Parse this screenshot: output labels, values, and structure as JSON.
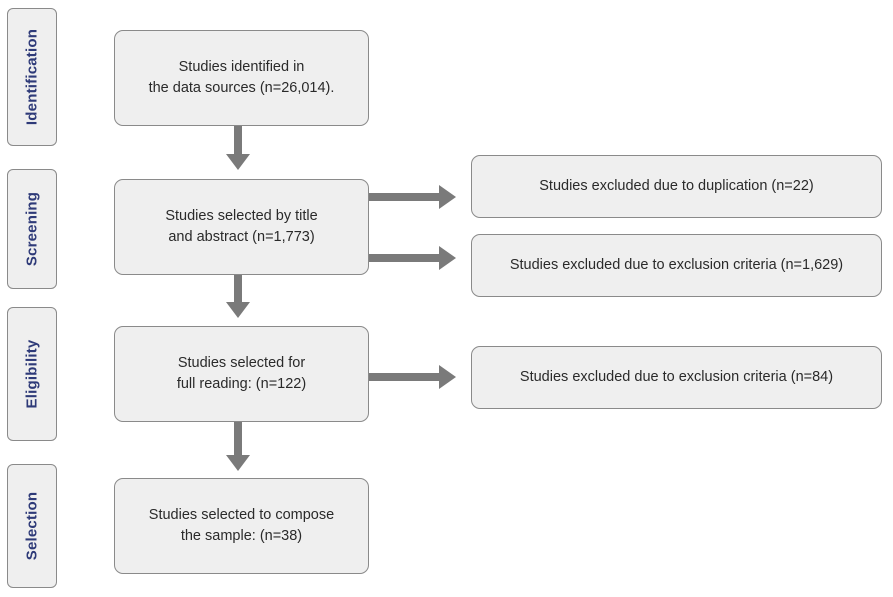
{
  "phases": {
    "identification": "Identification",
    "screening": "Screening",
    "eligibility": "Eligibility",
    "selection": "Selection"
  },
  "main_boxes": {
    "identified": {
      "line1": "Studies identified in",
      "line2": "the data sources (n=26,014)."
    },
    "title_abstract": {
      "line1": "Studies selected by title",
      "line2": "and abstract (n=1,773)"
    },
    "full_reading": {
      "line1": "Studies selected for",
      "line2": "full reading: (n=122)"
    },
    "sample": {
      "line1": "Studies selected to compose",
      "line2": "the sample: (n=38)"
    }
  },
  "exclusion_boxes": {
    "duplication": "Studies excluded due to duplication (n=22)",
    "criteria_screening": "Studies excluded due to exclusion criteria (n=1,629)",
    "criteria_eligibility": "Studies excluded due to exclusion criteria (n=84)"
  },
  "colors": {
    "phase_text": "#2e3a78",
    "box_fill": "#efefef",
    "box_border": "#8a8a8a",
    "arrow": "#7a7a7a"
  }
}
